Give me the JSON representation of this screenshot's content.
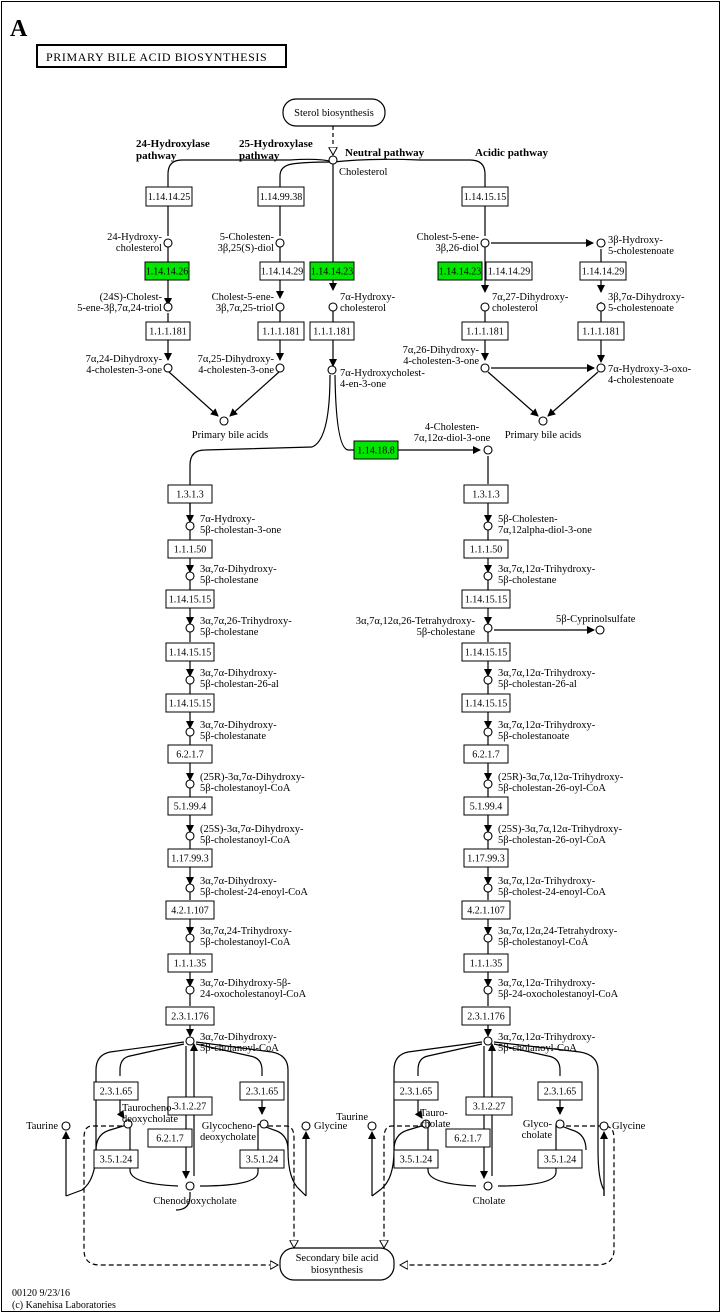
{
  "figure": {
    "panel_label": "A",
    "title": "PRIMARY BILE ACID BIOSYNTHESIS",
    "footer_id": "00120 9/23/16",
    "footer_copyright": "(c) Kanehisa Laboratories"
  },
  "colors": {
    "highlight": "#00e600",
    "line": "#000000",
    "box_fill": "#ffffff"
  },
  "pathways": {
    "p24": "24-Hydroxylase pathway",
    "p25": "25-Hydroxylase pathway",
    "neutral": "Neutral pathway",
    "acidic": "Acidic pathway"
  },
  "enzymes": {
    "e1": {
      "label": "1.14.14.25",
      "highlight": false
    },
    "e2": {
      "label": "1.14.99.38",
      "highlight": false
    },
    "e3": {
      "label": "1.14.14.23",
      "highlight": true
    },
    "e4": {
      "label": "1.14.15.15",
      "highlight": false
    },
    "e5": {
      "label": "1.14.14.26",
      "highlight": true
    },
    "e6": {
      "label": "1.14.14.29",
      "highlight": false
    },
    "e7": {
      "label": "1.14.14.23",
      "highlight": true
    },
    "e8": {
      "label": "1.14.14.29",
      "highlight": false
    },
    "e9": {
      "label": "1.14.14.29",
      "highlight": false
    },
    "e10": {
      "label": "1.1.1.181",
      "highlight": false
    },
    "e11": {
      "label": "1.1.1.181",
      "highlight": false
    },
    "e12": {
      "label": "1.1.1.181",
      "highlight": false
    },
    "e13": {
      "label": "1.1.1.181",
      "highlight": false
    },
    "e14": {
      "label": "1.1.1.181",
      "highlight": false
    },
    "e15": {
      "label": "1.14.18.8",
      "highlight": true
    },
    "l1": {
      "label": "1.3.1.3",
      "highlight": false
    },
    "l2": {
      "label": "1.1.1.50",
      "highlight": false
    },
    "l3": {
      "label": "1.14.15.15",
      "highlight": false
    },
    "l4": {
      "label": "1.14.15.15",
      "highlight": false
    },
    "l5": {
      "label": "1.14.15.15",
      "highlight": false
    },
    "l6": {
      "label": "6.2.1.7",
      "highlight": false
    },
    "l7": {
      "label": "5.1.99.4",
      "highlight": false
    },
    "l8": {
      "label": "1.17.99.3",
      "highlight": false
    },
    "l9": {
      "label": "4.2.1.107",
      "highlight": false
    },
    "l10": {
      "label": "1.1.1.35",
      "highlight": false
    },
    "l11": {
      "label": "2.3.1.176",
      "highlight": false
    },
    "r1": {
      "label": "1.3.1.3",
      "highlight": false
    },
    "r2": {
      "label": "1.1.1.50",
      "highlight": false
    },
    "r3": {
      "label": "1.14.15.15",
      "highlight": false
    },
    "r4": {
      "label": "1.14.15.15",
      "highlight": false
    },
    "r5": {
      "label": "1.14.15.15",
      "highlight": false
    },
    "r6": {
      "label": "6.2.1.7",
      "highlight": false
    },
    "r7": {
      "label": "5.1.99.4",
      "highlight": false
    },
    "r8": {
      "label": "1.17.99.3",
      "highlight": false
    },
    "r9": {
      "label": "4.2.1.107",
      "highlight": false
    },
    "r10": {
      "label": "1.1.1.35",
      "highlight": false
    },
    "r11": {
      "label": "2.3.1.176",
      "highlight": false
    },
    "lc1": {
      "label": "2.3.1.65",
      "highlight": false
    },
    "lc2": {
      "label": "3.1.2.27",
      "highlight": false
    },
    "lc3": {
      "label": "2.3.1.65",
      "highlight": false
    },
    "lc4": {
      "label": "6.2.1.7",
      "highlight": false
    },
    "lc5": {
      "label": "3.5.1.24",
      "highlight": false
    },
    "lc6": {
      "label": "3.5.1.24",
      "highlight": false
    },
    "rc1": {
      "label": "2.3.1.65",
      "highlight": false
    },
    "rc2": {
      "label": "3.1.2.27",
      "highlight": false
    },
    "rc3": {
      "label": "2.3.1.65",
      "highlight": false
    },
    "rc4": {
      "label": "6.2.1.7",
      "highlight": false
    },
    "rc5": {
      "label": "3.5.1.24",
      "highlight": false
    },
    "rc6": {
      "label": "3.5.1.24",
      "highlight": false
    }
  },
  "compounds": {
    "sterol_biosynthesis": "Sterol biosynthesis",
    "cholesterol": "Cholesterol",
    "hydroxycholesterol24_a": "24-Hydroxy-",
    "hydroxycholesterol24_b": "cholesterol",
    "cholestendiol25_a": "5-Cholesten-",
    "cholestendiol25_b": "3β,25(S)-diol",
    "cholestendiol26_a": "Cholest-5-ene-",
    "cholestendiol26_b": "3β,26-diol",
    "hydroxycholestenoate_a": "3β-Hydroxy-",
    "hydroxycholestenoate_b": "5-cholestenoate",
    "triol24_a": "(24S)-Cholest-",
    "triol24_b": "5-ene-3β,7α,24-triol",
    "triol25_a": "Cholest-5-ene-",
    "triol25_b": "3β,7α,25-triol",
    "hydroxy7a_a": "7α-Hydroxy-",
    "hydroxy7a_b": "cholesterol",
    "dihydroxy727_a": "7α,27-Dihydroxy-",
    "dihydroxy727_b": "cholesterol",
    "dihydroxycholestenoate_a": "3β,7α-Dihydroxy-",
    "dihydroxycholestenoate_b": "5-cholestenoate",
    "dh724_a": "7α,24-Dihydroxy-",
    "dh724_b": "4-cholesten-3-one",
    "dh725_a": "7α,25-Dihydroxy-",
    "dh725_b": "4-cholesten-3-one",
    "hc4en3one_a": "7α-Hydroxycholest-",
    "hc4en3one_b": "4-en-3-one",
    "dh726_a": "7α,26-Dihydroxy-",
    "dh726_b": "4-cholesten-3-one",
    "oxocholestenoate_a": "7α-Hydroxy-3-oxo-",
    "oxocholestenoate_b": "4-cholestenoate",
    "primary_left": "Primary bile acids",
    "primary_right": "Primary bile acids",
    "c4diol_a": "4-Cholesten-",
    "c4diol_b": "7α,12α-diol-3-one",
    "L1_a": "7α-Hydroxy-",
    "L1_b": "5β-cholestan-3-one",
    "L2_a": "3α,7α-Dihydroxy-",
    "L2_b": "5β-cholestane",
    "L3_a": "3α,7α,26-Trihydroxy-",
    "L3_b": "5β-cholestane",
    "L4_a": "3α,7α-Dihydroxy-",
    "L4_b": "5β-cholestan-26-al",
    "L5_a": "3α,7α-Dihydroxy-",
    "L5_b": "5β-cholestanate",
    "L6_a": "(25R)-3α,7α-Dihydroxy-",
    "L6_b": "5β-cholestanoyl-CoA",
    "L7_a": "(25S)-3α,7α-Dihydroxy-",
    "L7_b": "5β-cholestanoyl-CoA",
    "L8_a": "3α,7α-Dihydroxy-",
    "L8_b": "5β-cholest-24-enoyl-CoA",
    "L9_a": "3α,7α,24-Trihydroxy-",
    "L9_b": "5β-cholestanoyl-CoA",
    "L10_a": "3α,7α-Dihydroxy-5β-",
    "L10_b": "24-oxocholestanoyl-CoA",
    "L11_a": "3α,7α-Dihydroxy-",
    "L11_b": "5β-cholanoyl-CoA",
    "R1_a": "5β-Cholesten-",
    "R1_b": "7α,12alpha-diol-3-one",
    "R2_a": "3α,7α,12α-Trihydroxy-",
    "R2_b": "5β-cholestane",
    "R3_a": "3α,7α,12α,26-Tetrahydroxy-",
    "R3_b": "5β-cholestane",
    "cyprinol": "5β-Cyprinolsulfate",
    "R4_a": "3α,7α,12α-Trihydroxy-",
    "R4_b": "5β-cholestan-26-al",
    "R5_a": "3α,7α,12α-Trihydroxy-",
    "R5_b": "5β-cholestanoate",
    "R6_a": "(25R)-3α,7α,12α-Trihydroxy-",
    "R6_b": "5β-cholestan-26-oyl-CoA",
    "R7_a": "(25S)-3α,7α,12α-Trihydroxy-",
    "R7_b": "5β-cholestan-26-oyl-CoA",
    "R8_a": "3α,7α,12α-Trihydroxy-",
    "R8_b": "5β-cholest-24-enoyl-CoA",
    "R9_a": "3α,7α,12α,24-Tetrahydroxy-",
    "R9_b": "5β-cholestanoyl-CoA",
    "R10_a": "3α,7α,12α-Trihydroxy-",
    "R10_b": "5β-24-oxocholestanoyl-CoA",
    "R11_a": "3α,7α,12α-Trihydroxy-",
    "R11_b": "5β-cholanoyl-CoA",
    "taurine_left": "Taurine",
    "glycine_left": "Glycine",
    "taurine_right": "Taurine",
    "glycine_right": "Glycine",
    "tcdca_a": "Taurocheno-",
    "tcdca_b": "deoxycholate",
    "gcdca_a": "Glycocheno-",
    "gcdca_b": "deoxycholate",
    "cdca": "Chenodeoxycholate",
    "tca_a": "Tauro-",
    "tca_b": "cholate",
    "gca_a": "Glyco-",
    "gca_b": "cholate",
    "ca": "Cholate",
    "secondary_a": "Secondary bile acid",
    "secondary_b": "biosynthesis"
  }
}
